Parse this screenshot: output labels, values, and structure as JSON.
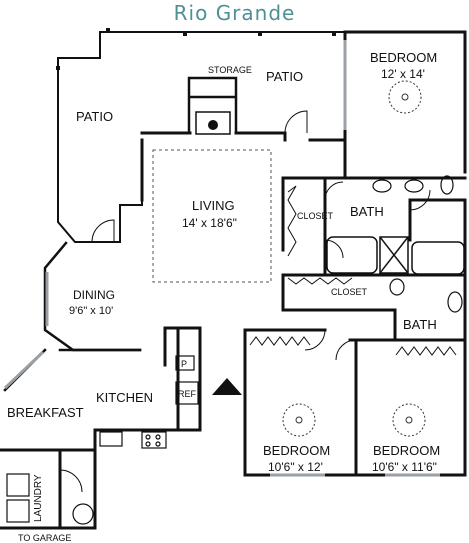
{
  "title": "Rio Grande",
  "rooms": {
    "bedroom_master": {
      "name": "BEDROOM",
      "size": "12' x 14'"
    },
    "patio_left": {
      "name": "PATIO"
    },
    "patio_right": {
      "name": "PATIO"
    },
    "storage": {
      "name": "STORAGE"
    },
    "living": {
      "name": "LIVING",
      "size": "14' x 18'6\""
    },
    "closet_master": {
      "name": "CLOSET"
    },
    "bath_master": {
      "name": "BATH"
    },
    "dining": {
      "name": "DINING",
      "size": "9'6\" x 10'"
    },
    "closet_hall": {
      "name": "CLOSET"
    },
    "bath_hall": {
      "name": "BATH"
    },
    "kitchen": {
      "name": "KITCHEN"
    },
    "breakfast": {
      "name": "BREAKFAST"
    },
    "bedroom_2": {
      "name": "BEDROOM",
      "size": "10'6\" x 12'"
    },
    "bedroom_3": {
      "name": "BEDROOM",
      "size": "10'6\" x 11'6\""
    },
    "laundry": {
      "name": "LAUNDRY"
    },
    "garage_exit": {
      "name": "TO GARAGE"
    }
  },
  "fixtures": {
    "pantry": "P",
    "refrigerator": "REF"
  },
  "colors": {
    "title": "#4f8f96",
    "wall": "#111111",
    "window": "#9aa0a6"
  },
  "icons": [
    "ceiling-fan-icon",
    "entry-arrow-icon",
    "fireplace-icon",
    "bathtub-icon",
    "toilet-icon",
    "sink-icon",
    "stove-icon",
    "washer-icon",
    "dryer-icon",
    "water-heater-icon"
  ]
}
